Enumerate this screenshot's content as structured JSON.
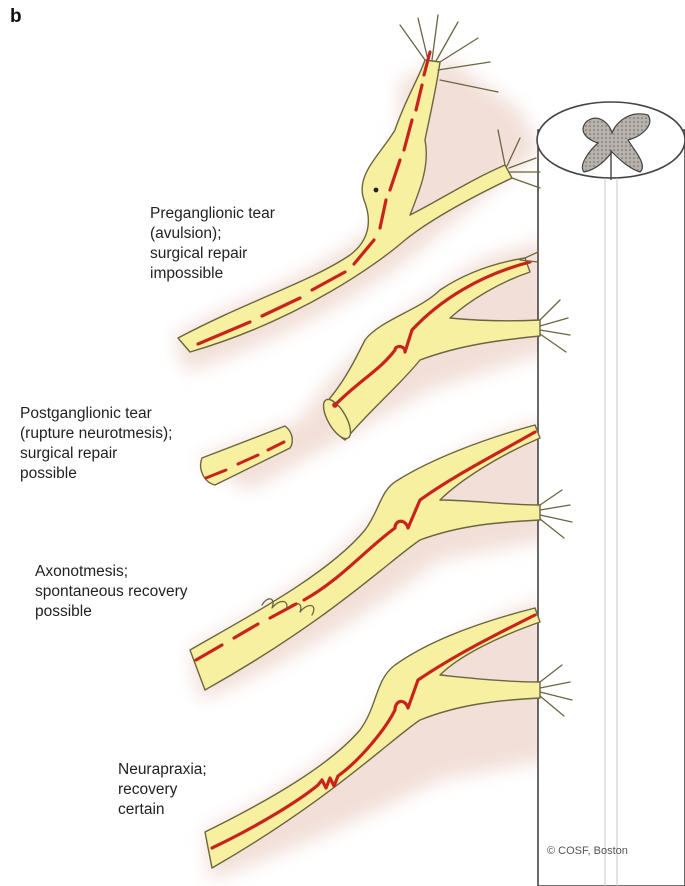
{
  "panel_label": "b",
  "labels": {
    "preganglionic": [
      "Preganglionic tear",
      "(avulsion);",
      "surgical repair",
      "impossible"
    ],
    "postganglionic": [
      "Postganglionic tear",
      "(rupture neurotmesis);",
      "surgical repair",
      "possible"
    ],
    "axonotmesis": [
      "Axonotmesis;",
      "spontaneous recovery",
      "possible"
    ],
    "neurapraxia": [
      "Neurapraxia;",
      "recovery",
      "certain"
    ]
  },
  "credit": "© COSF, Boston",
  "colors": {
    "nerve_fill": "#f7f0a0",
    "nerve_outline": "#6a6640",
    "axon": "#c8241c",
    "shadow": "#f2dfd8",
    "grey_matter": "#8a8580"
  }
}
